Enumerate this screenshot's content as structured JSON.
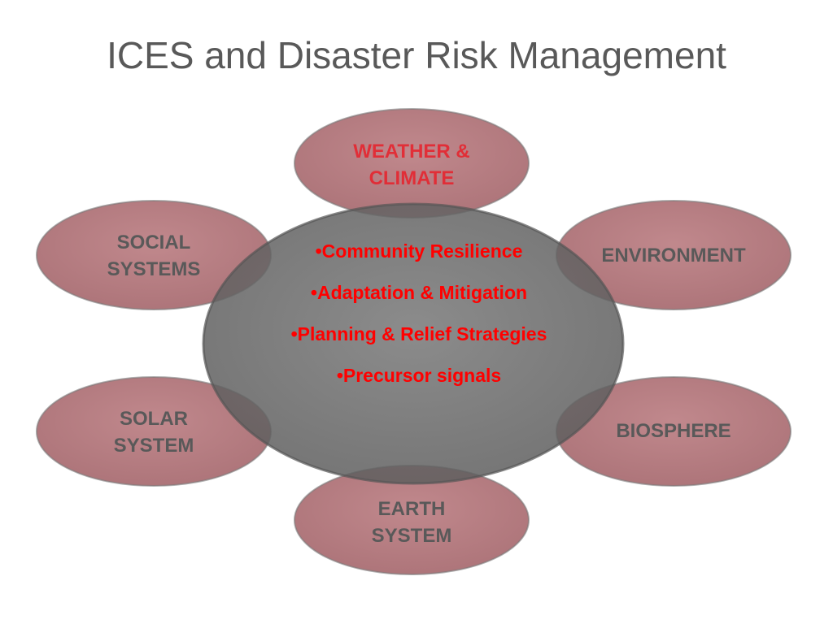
{
  "title": "ICES and Disaster Risk Management",
  "colors": {
    "title": "#595959",
    "petal_fill": "#9a4a4f",
    "petal_text": "#595959",
    "top_petal_text": "#e8202a",
    "center_fill": "#6e6e6e",
    "center_text": "#ff0000"
  },
  "center": {
    "items": [
      "•Community Resilience",
      "•Adaptation & Mitigation",
      "•Planning & Relief Strategies",
      "•Precursor signals"
    ]
  },
  "petals": {
    "weather": {
      "line1": "WEATHER &",
      "line2": "CLIMATE"
    },
    "social": {
      "line1": "SOCIAL",
      "line2": "SYSTEMS"
    },
    "environment": {
      "line1": "ENVIRONMENT"
    },
    "solar": {
      "line1": "SOLAR",
      "line2": "SYSTEM"
    },
    "biosphere": {
      "line1": "BIOSPHERE"
    },
    "earth": {
      "line1": "EARTH",
      "line2": "SYSTEM"
    }
  }
}
